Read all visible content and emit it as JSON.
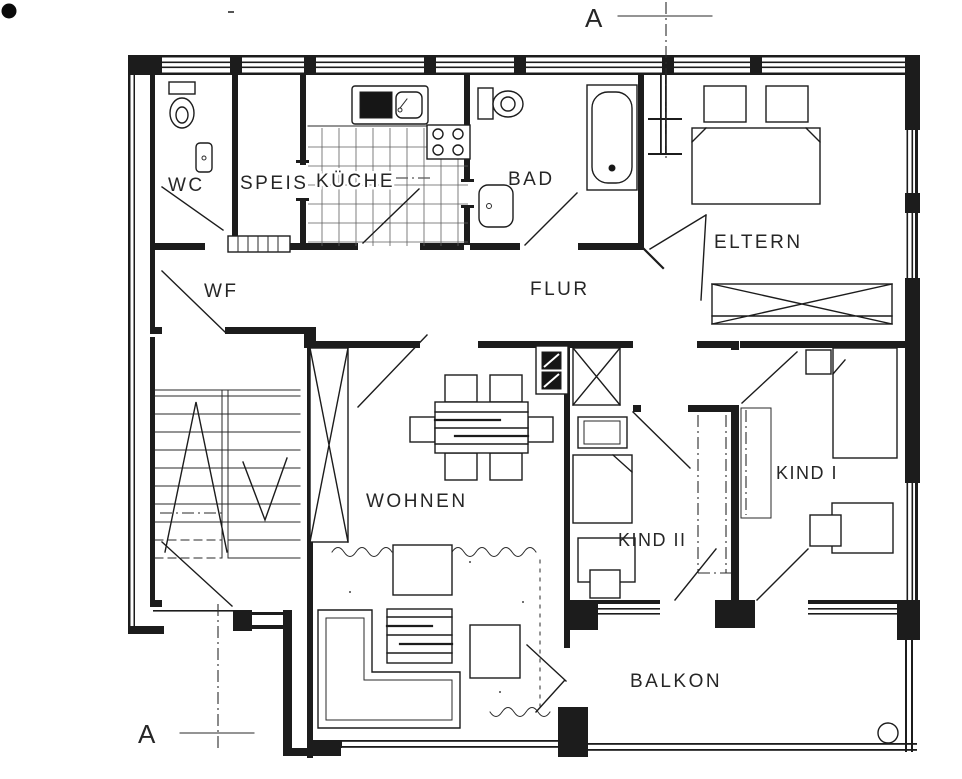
{
  "plan": {
    "type": "floor-plan",
    "rooms": [
      {
        "id": "wc",
        "label": "WC"
      },
      {
        "id": "speis",
        "label": "SPEIS"
      },
      {
        "id": "kueche",
        "label": "KÜCHE"
      },
      {
        "id": "bad",
        "label": "BAD"
      },
      {
        "id": "eltern",
        "label": "ELTERN"
      },
      {
        "id": "wf",
        "label": "WF"
      },
      {
        "id": "flur",
        "label": "FLUR"
      },
      {
        "id": "wohnen",
        "label": "WOHNEN"
      },
      {
        "id": "kind2",
        "label": "KIND II"
      },
      {
        "id": "kind1",
        "label": "KIND I"
      },
      {
        "id": "balkon",
        "label": "BALKON"
      }
    ],
    "section_marks": {
      "top_label": "A",
      "bottom_label": "A"
    },
    "colors": {
      "line": "#1c1c1c",
      "paper": "#ffffff",
      "tile_grid": "#5f5f5f",
      "dark_fill": "#161616"
    },
    "fixtures": [
      "toilet",
      "washbasin",
      "bathtub",
      "kitchen-sink",
      "stove",
      "tiled-floor",
      "radiator",
      "double-bed",
      "single-bed",
      "wardrobe",
      "dining-table",
      "chairs",
      "sofa",
      "coffee-table",
      "side-table",
      "rug",
      "stairs",
      "flue",
      "balcony-drain"
    ]
  }
}
